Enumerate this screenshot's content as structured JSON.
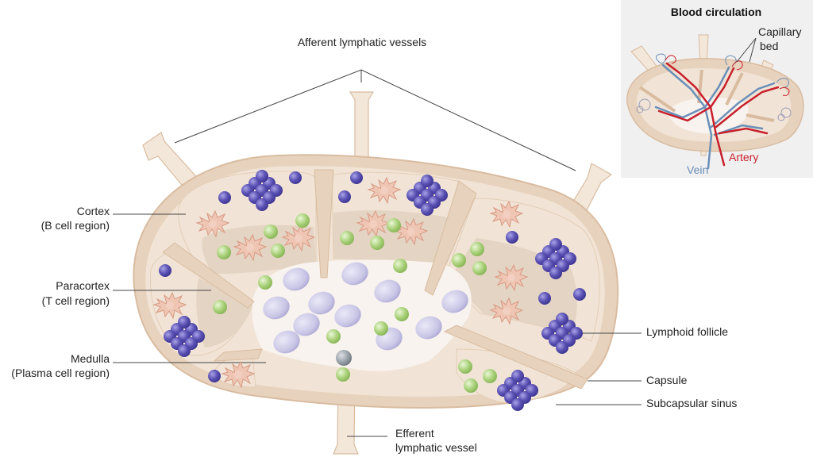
{
  "labels": {
    "afferent": "Afferent lymphatic vessels",
    "cortex_1": "Cortex",
    "cortex_2": "(B cell region)",
    "paracortex_1": "Paracortex",
    "paracortex_2": "(T cell region)",
    "medulla_1": "Medulla",
    "medulla_2": "(Plasma cell region)",
    "efferent_1": "Efferent",
    "efferent_2": "lymphatic vessel",
    "lymphoid_follicle": "Lymphoid follicle",
    "capsule": "Capsule",
    "subcapsular_sinus": "Subcapsular sinus"
  },
  "inset": {
    "title": "Blood circulation",
    "capillary_1": "Capillary",
    "capillary_2": "bed",
    "artery": "Artery",
    "vein": "Vein"
  },
  "colors": {
    "capsule": "#e7d2bd",
    "capsule_edge": "#d9bca0",
    "tissue": "#f1e4d6",
    "inner": "#e4d4c3",
    "medulla": "#f8f3ee",
    "vessel": "#f3e7da",
    "b_cell": "#5b52b4",
    "t_cell": "#a8d078",
    "plasma_cell": "#c9c6e6",
    "dendritic_cell": "#e8b8a4",
    "artery": "#c8202c",
    "vein": "#6a8fb8"
  }
}
